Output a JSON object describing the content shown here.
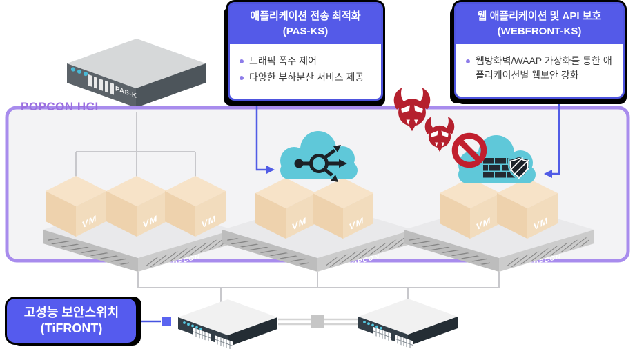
{
  "zone": {
    "label": "POPCON HCI"
  },
  "devices": {
    "pask_label": "PAS-K",
    "platform_label": "POPCON",
    "vm_label": "VM"
  },
  "callouts": {
    "pas": {
      "title_line1": "애플리케이션 전송 최적화",
      "title_line2": "(PAS-KS)",
      "bullets": [
        "트래픽 폭주 제어",
        "다양한 부하분산 서비스 제공"
      ]
    },
    "webfront": {
      "title_line1": "웹 애플리케이션 및 API 보호",
      "title_line2": "(WEBFRONT-KS)",
      "bullets": [
        "웹방화벽/WAAP 가상화를 통한 애플리케이션별 웹보안 강화"
      ]
    },
    "tifront": {
      "title_line1": "고성능 보안스위치",
      "title_line2": "(TiFRONT)"
    }
  },
  "colors": {
    "accent_blue": "#545ae8",
    "arrow_blue": "#515ce6",
    "zone_border": "#a88ced",
    "zone_fill": "#f3f3f5",
    "zone_label": "#9b6fe0",
    "cloud_teal": "#5fc8d9",
    "alert_red": "#b5202e",
    "connector_gray": "#c8c8cc",
    "cube_peach": "#f2dcbd"
  }
}
